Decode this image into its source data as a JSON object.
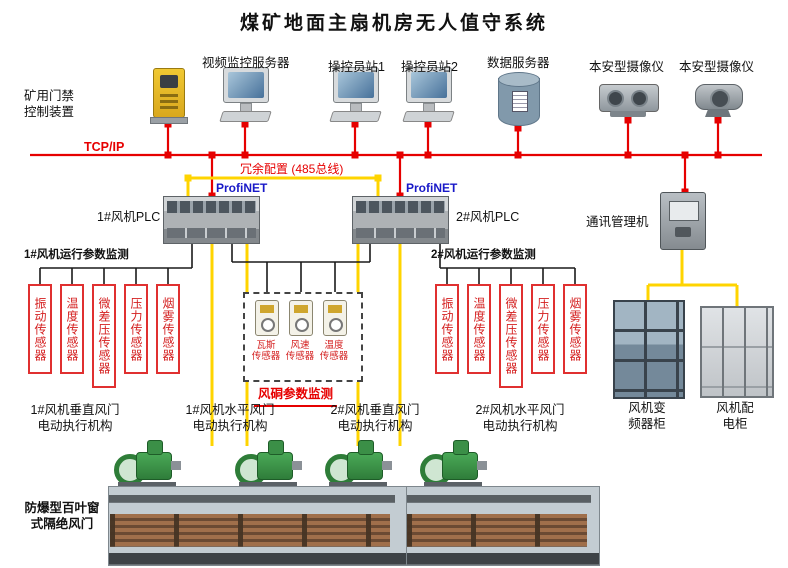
{
  "title": "煤矿地面主扇机房无人值守系统",
  "network": {
    "tcp_label": "TCP/IP",
    "bus_label": "冗余配置 (485总线)",
    "profinet_left": "ProfiNET",
    "profinet_right": "ProfiNET"
  },
  "top_devices": {
    "access_control": {
      "line1": "矿用门禁",
      "line2": "控制装置"
    },
    "video_server": "视频监控服务器",
    "operator_station_1": "操控员站1",
    "operator_station_2": "操控员站2",
    "data_server": "数据服务器",
    "camera_left": "本安型摄像仪",
    "camera_right": "本安型摄像仪"
  },
  "controllers": {
    "plc1": "1#风机PLC",
    "plc2": "2#风机PLC",
    "comm_manager": "通讯管理机"
  },
  "fan1_monitor": {
    "title": "1#风机运行参数监测",
    "sensors": [
      "振动传感器",
      "温度传感器",
      "微差压传感器",
      "压力传感器",
      "烟雾传感器"
    ]
  },
  "fan2_monitor": {
    "title": "2#风机运行参数监测",
    "sensors": [
      "振动传感器",
      "温度传感器",
      "微差压传感器",
      "压力传感器",
      "烟雾传感器"
    ]
  },
  "duct_monitor": {
    "title": "风硐参数监测",
    "sensors": [
      {
        "line1": "瓦斯",
        "line2": "传感器"
      },
      {
        "line1": "风速",
        "line2": "传感器"
      },
      {
        "line1": "温度",
        "line2": "传感器"
      }
    ]
  },
  "actuators": [
    {
      "line1": "1#风机垂直风门",
      "line2": "电动执行机构"
    },
    {
      "line1": "1#风机水平风门",
      "line2": "电动执行机构"
    },
    {
      "line1": "2#风机垂直风门",
      "line2": "电动执行机构"
    },
    {
      "line1": "2#风机水平风门",
      "line2": "电动执行机构"
    }
  ],
  "cabinets": {
    "vfd": {
      "line1": "风机变",
      "line2": "频器柜"
    },
    "power": {
      "line1": "风机配",
      "line2": "电柜"
    }
  },
  "louver": {
    "line1": "防爆型百叶窗",
    "line2": "式隔绝风门"
  },
  "colors": {
    "network_line": "#e60000",
    "bus_line": "#ffd400",
    "profinet_text": "#1818c8",
    "sensor_box": "#e03030"
  }
}
